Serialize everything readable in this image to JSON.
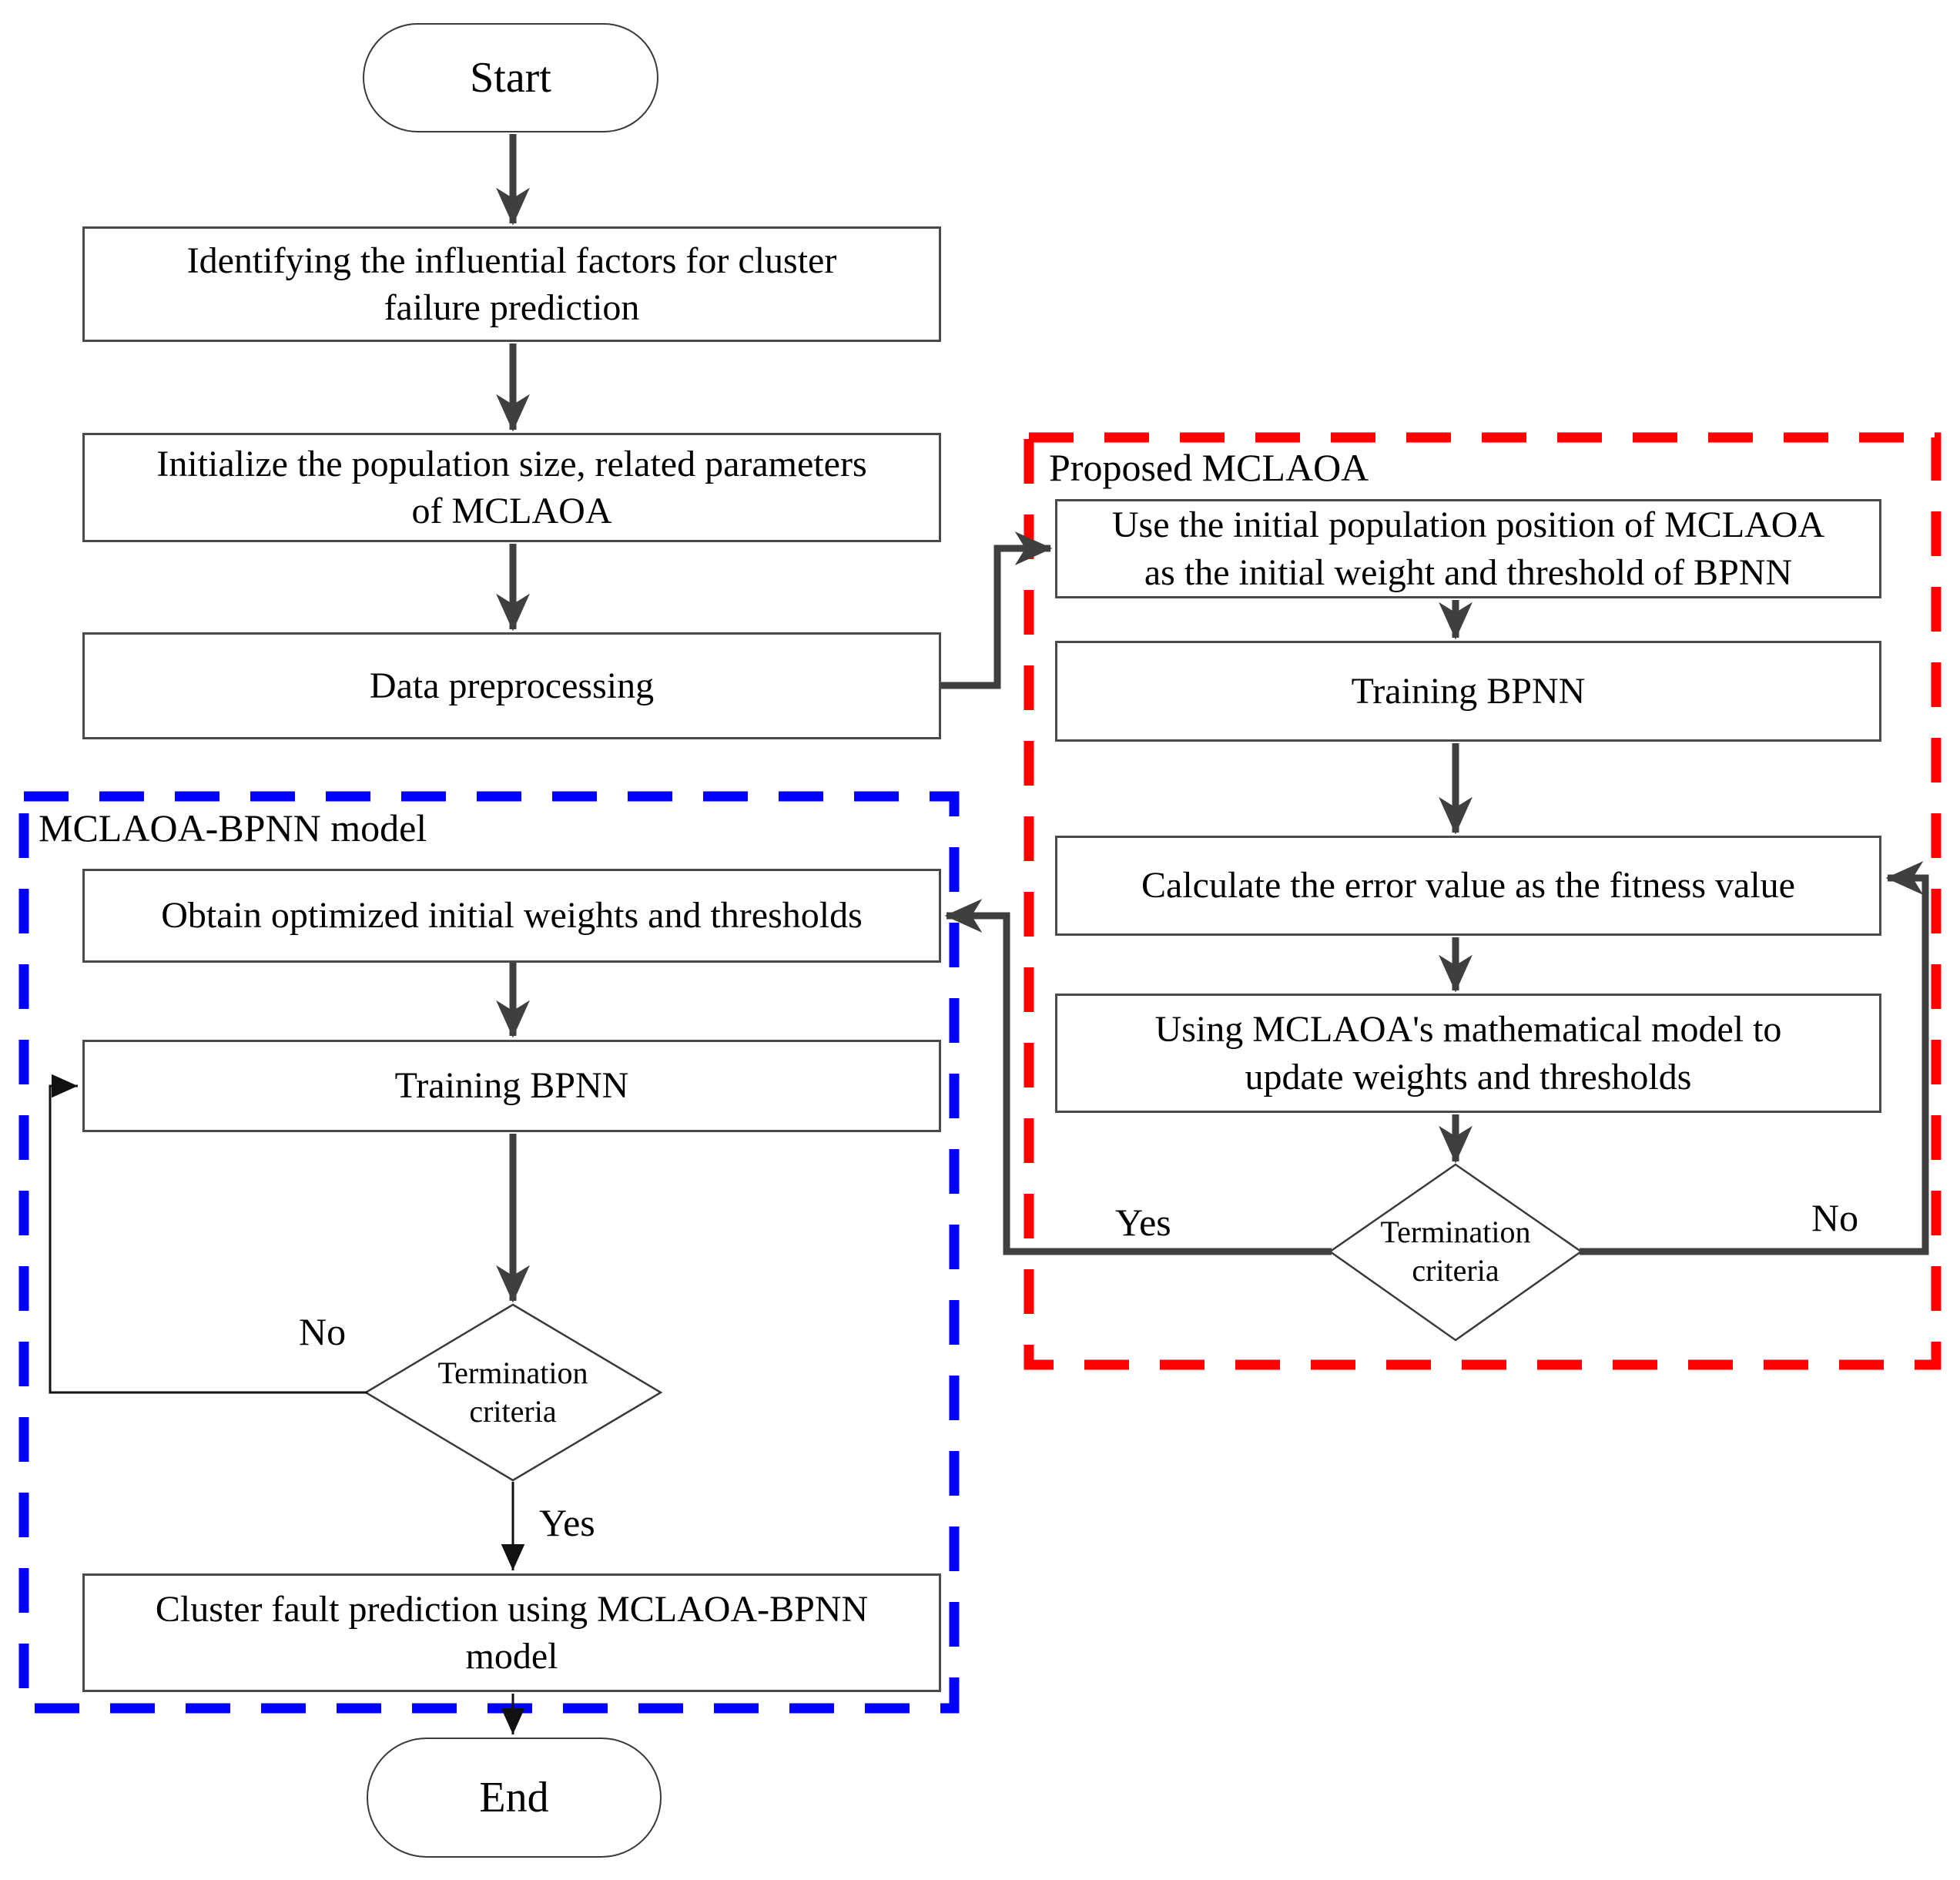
{
  "diagram": {
    "terminators": {
      "start": "Start",
      "end": "End"
    },
    "groups": {
      "blue_label": "MCLAOA-BPNN model",
      "red_label": "Proposed MCLAOA"
    },
    "boxes": {
      "identify": "Identifying the influential factors for cluster\nfailure prediction",
      "initialize": "Initialize the population size, related parameters\nof MCLAOA",
      "preprocess": "Data preprocessing",
      "obtain": "Obtain optimized initial weights and thresholds",
      "train_left": "Training BPNN",
      "cluster": "Cluster fault prediction using MCLAOA-BPNN\nmodel",
      "use_initial": "Use the initial population position of MCLAOA\nas the initial weight and threshold of BPNN",
      "train_right": "Training BPNN",
      "calculate": "Calculate the error value as the fitness value",
      "update": "Using MCLAOA's mathematical model to\nupdate weights and thresholds"
    },
    "decisions": {
      "term_left": "Termination\ncriteria",
      "term_right": "Termination\ncriteria"
    },
    "edge_labels": {
      "left_no": "No",
      "left_yes": "Yes",
      "right_yes": "Yes",
      "right_no": "No"
    },
    "colors": {
      "red_border": "#ff0000",
      "blue_border": "#0202fc",
      "arrow_gray": "#3f3f3f",
      "thin_arrow": "#111111",
      "box_border": "#4a4a4a",
      "text_color": "#000000"
    }
  }
}
